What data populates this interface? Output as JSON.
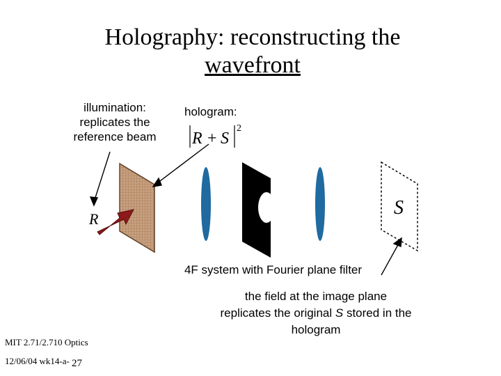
{
  "slide": {
    "title_line1": "Holography: reconstructing the",
    "title_line2": "wavefront",
    "footer_course": "MIT 2.71/2.710 Optics",
    "footer_date": "12/06/04 wk14-a-",
    "footer_page": "27"
  },
  "labels": {
    "illumination": "illumination: replicates the reference beam",
    "hologram": "hologram:",
    "hologram_formula": {
      "left_bar": "|",
      "R": "R",
      "plus": "+",
      "S": "S",
      "right_bar": "|",
      "exponent": "2"
    },
    "reference_symbol": "R",
    "image_symbol": "S",
    "system": "4F system with Fourier plane filter",
    "field_line1": "the field at the image plane",
    "field_line2_pre": "replicates the original ",
    "field_line2_sym": "S",
    "field_line2_post": " stored in the",
    "field_line3": "hologram"
  },
  "colors": {
    "hologram_plate": "#c8a07e",
    "beam_arrow": "#8b1a1a",
    "lens": "#1f6aa0",
    "filter_plane": "#000000"
  }
}
